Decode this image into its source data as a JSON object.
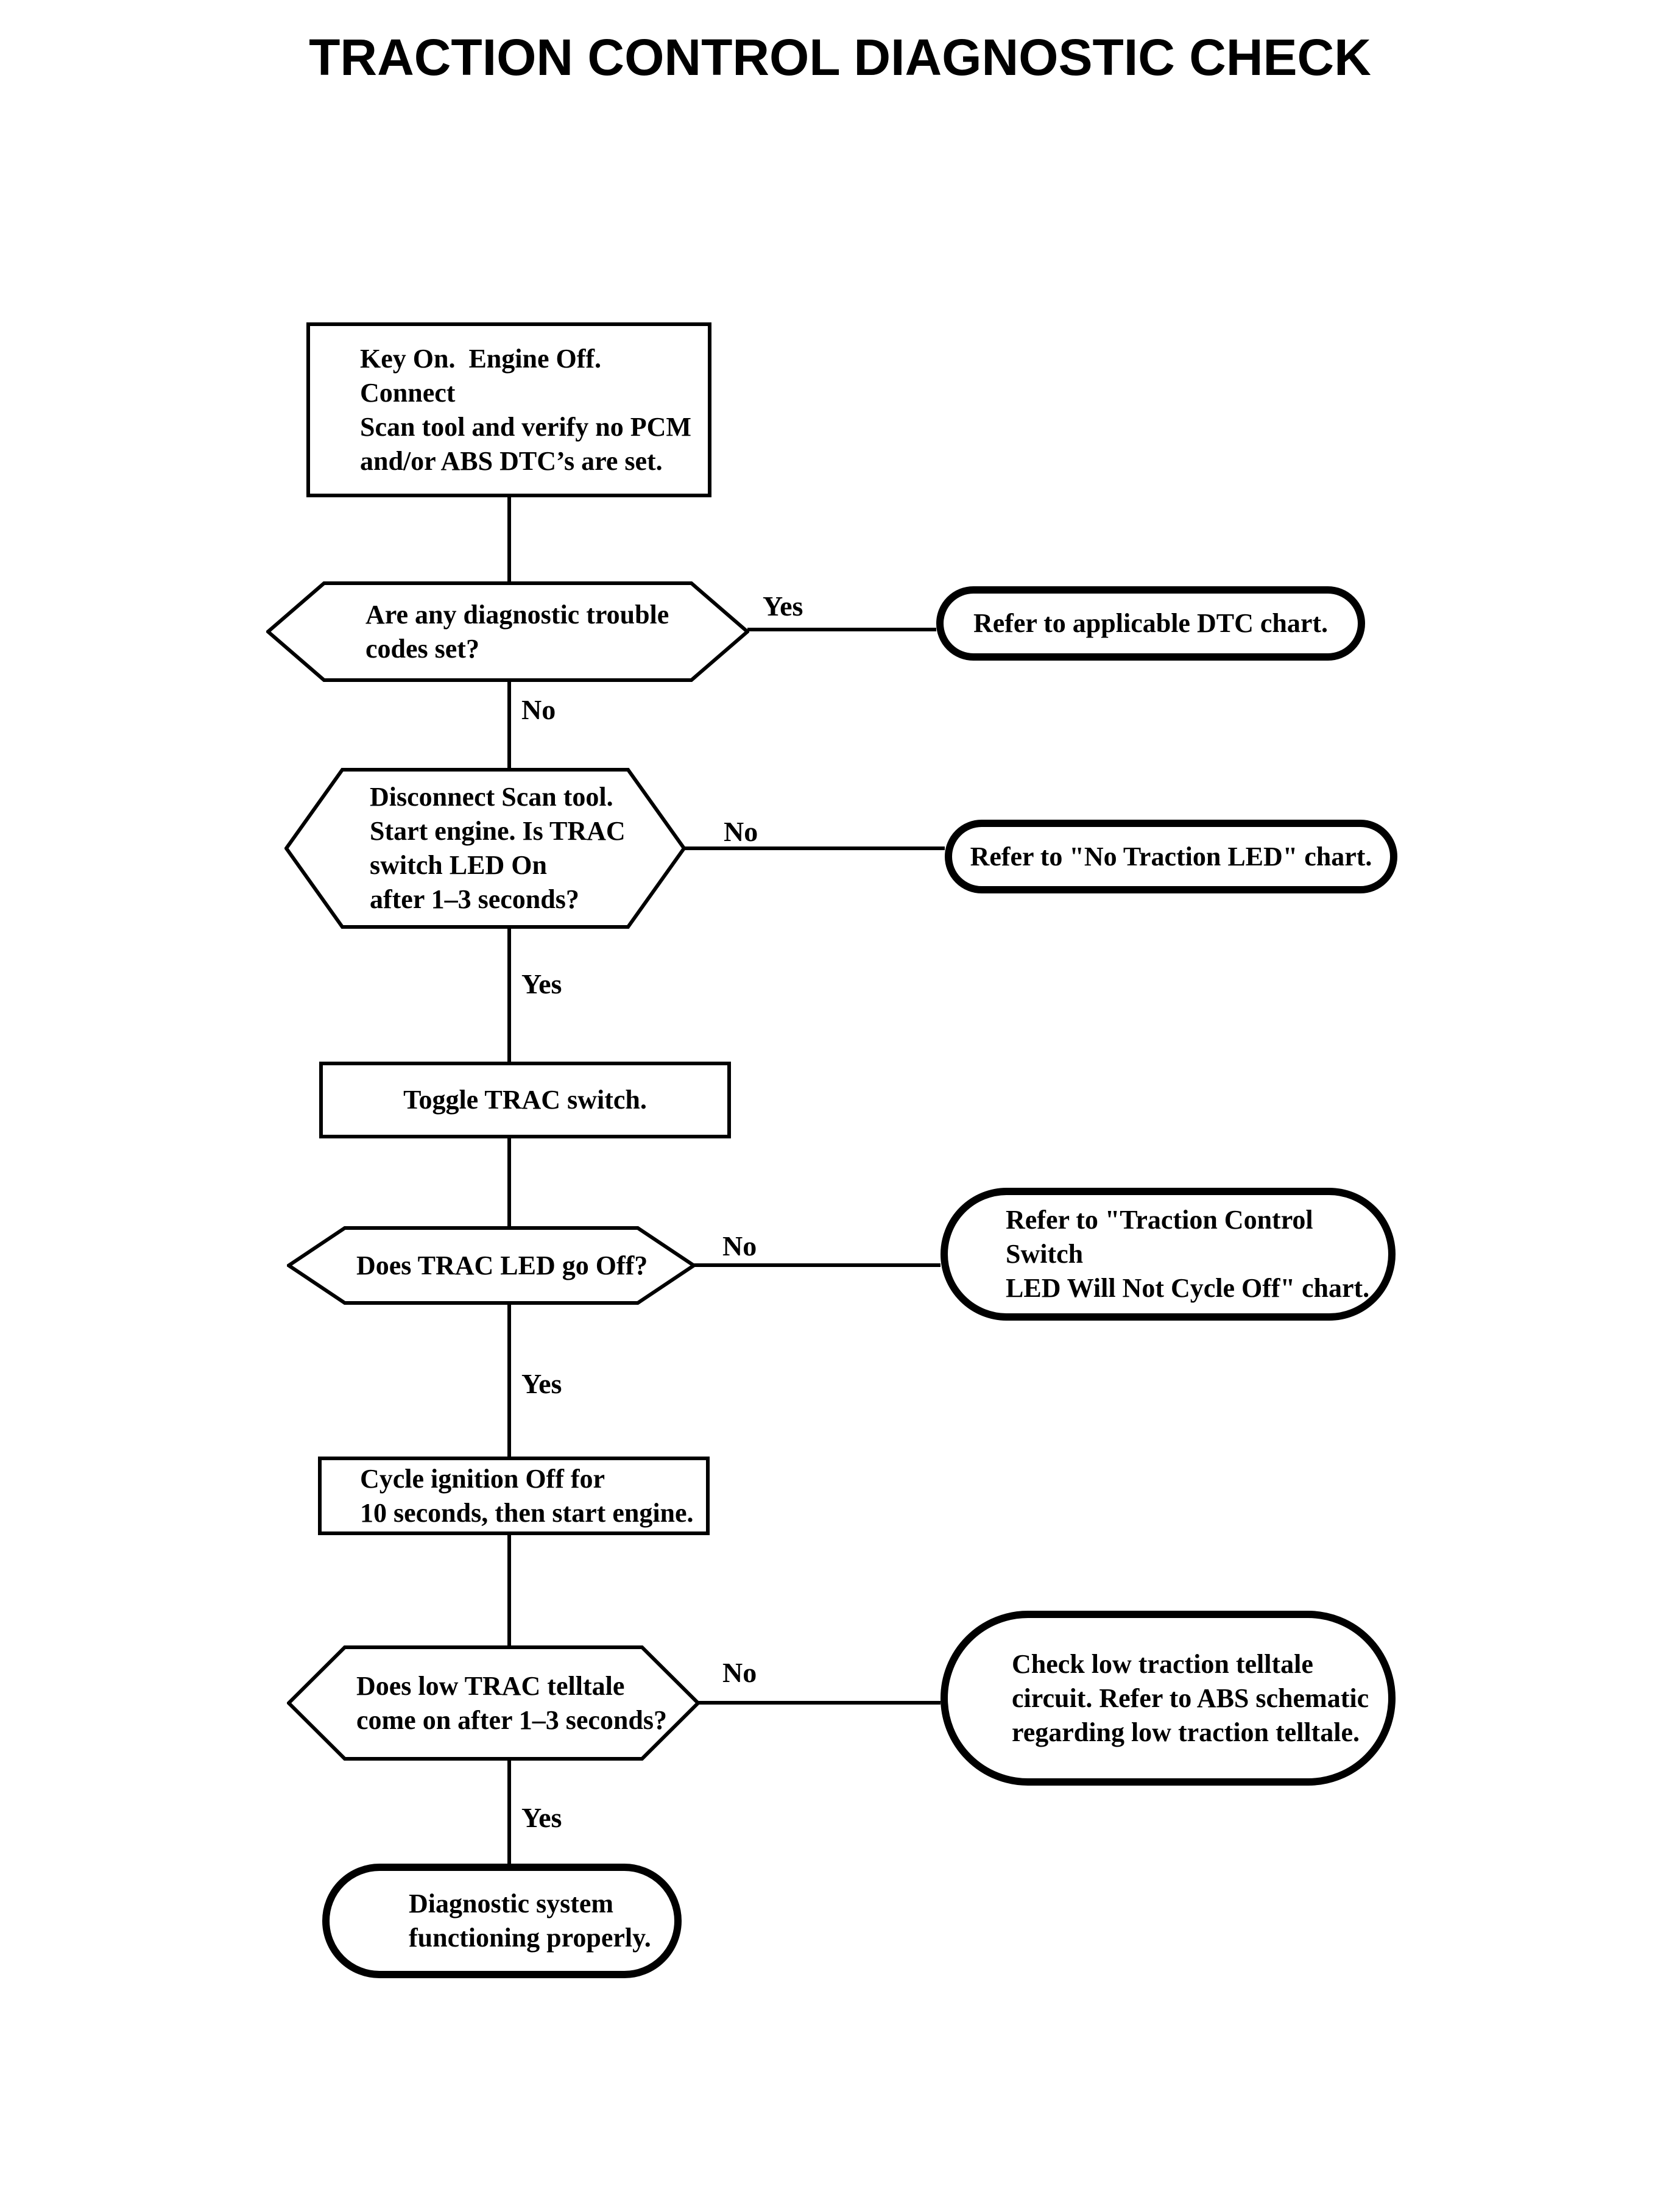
{
  "page": {
    "title": "TRACTION CONTROL DIAGNOSTIC CHECK",
    "background_color": "#ffffff",
    "line_color": "#000000"
  },
  "labels": {
    "yes": "Yes",
    "no": "No"
  },
  "nodes": {
    "start": {
      "type": "process",
      "text": "Key On.  Engine Off.  Connect\nScan tool and verify no PCM\nand/or ABS DTC’s are set."
    },
    "dtc_set": {
      "type": "decision",
      "text": "Are any diagnostic trouble\ncodes set?"
    },
    "refer_dtc": {
      "type": "terminator",
      "text": "Refer to applicable DTC chart."
    },
    "led_on": {
      "type": "decision",
      "text": "Disconnect Scan tool.\nStart engine. Is TRAC\nswitch LED On\nafter 1–3 seconds?"
    },
    "refer_no_led": {
      "type": "terminator",
      "text": "Refer to \"No Traction LED\" chart."
    },
    "toggle": {
      "type": "process",
      "text": "Toggle TRAC switch."
    },
    "led_off": {
      "type": "decision",
      "text": "Does TRAC LED go Off?"
    },
    "refer_cycle_off": {
      "type": "terminator",
      "text": "Refer to \"Traction Control Switch\nLED Will Not Cycle Off\" chart."
    },
    "cycle_ignition": {
      "type": "process",
      "text": "Cycle ignition Off for\n10 seconds, then start engine."
    },
    "telltale": {
      "type": "decision",
      "text": "Does low TRAC telltale\ncome on after 1–3 seconds?"
    },
    "check_telltale": {
      "type": "terminator",
      "text": "Check low traction telltale\ncircuit. Refer to ABS schematic\nregarding low traction telltale."
    },
    "ok": {
      "type": "terminator",
      "text": "Diagnostic system\nfunctioning properly."
    }
  },
  "edges": [
    {
      "from": "start",
      "to": "dtc_set",
      "label": ""
    },
    {
      "from": "dtc_set",
      "to": "refer_dtc",
      "label": "Yes"
    },
    {
      "from": "dtc_set",
      "to": "led_on",
      "label": "No"
    },
    {
      "from": "led_on",
      "to": "refer_no_led",
      "label": "No"
    },
    {
      "from": "led_on",
      "to": "toggle",
      "label": "Yes"
    },
    {
      "from": "toggle",
      "to": "led_off",
      "label": ""
    },
    {
      "from": "led_off",
      "to": "refer_cycle_off",
      "label": "No"
    },
    {
      "from": "led_off",
      "to": "cycle_ignition",
      "label": "Yes"
    },
    {
      "from": "cycle_ignition",
      "to": "telltale",
      "label": ""
    },
    {
      "from": "telltale",
      "to": "check_telltale",
      "label": "No"
    },
    {
      "from": "telltale",
      "to": "ok",
      "label": "Yes"
    }
  ]
}
